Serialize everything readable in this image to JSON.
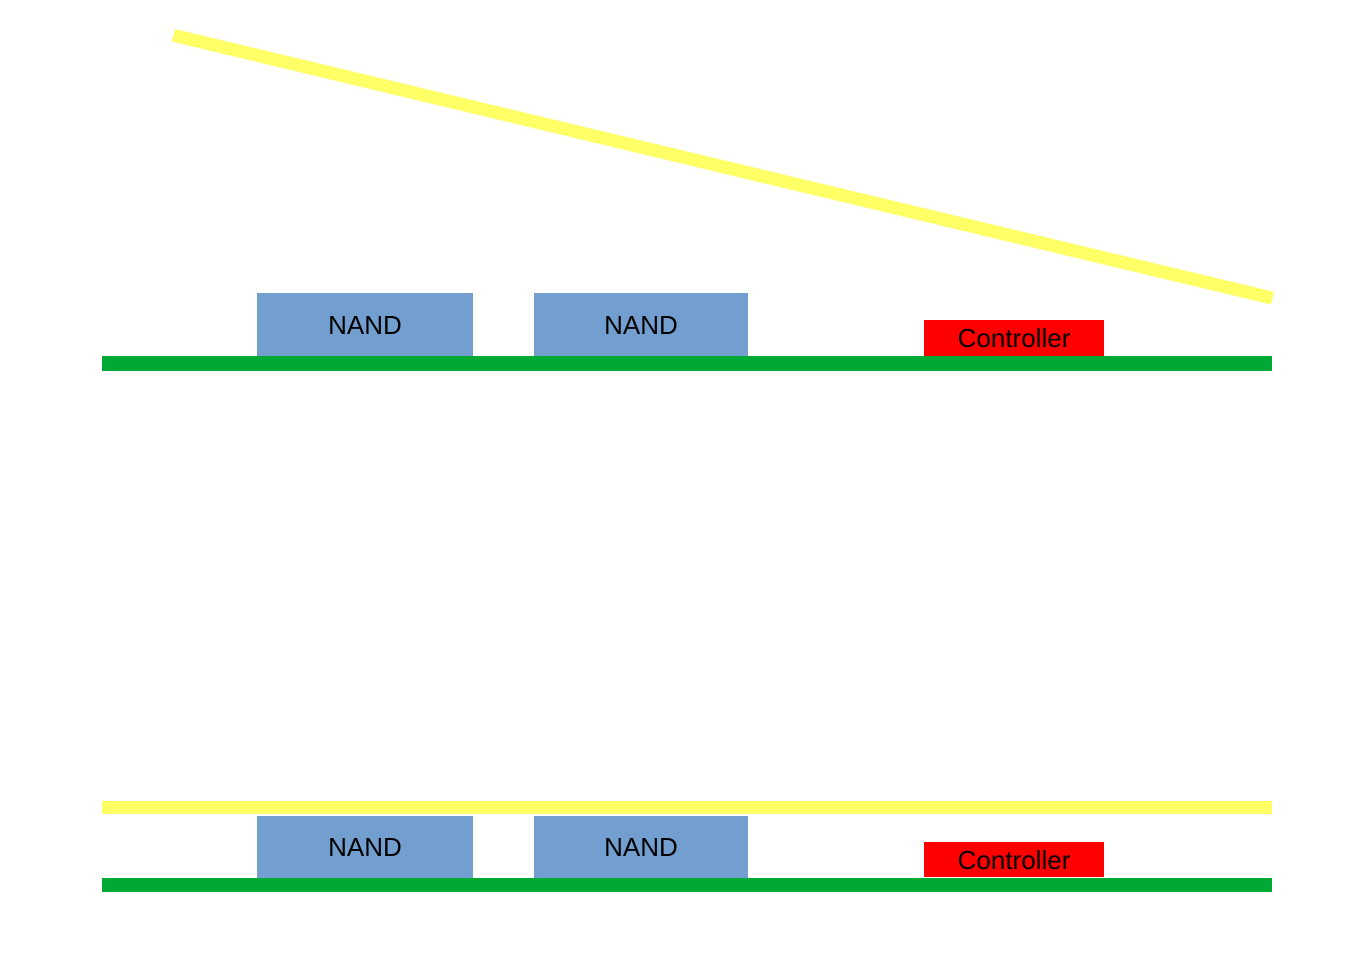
{
  "colors": {
    "nand_chip": "#729fcf",
    "controller_chip": "#ff0000",
    "pcb_board": "#00a933",
    "thermal_pad": "#ffff66",
    "label_text": "#000000",
    "background": "#ffffff"
  },
  "top_assembly": {
    "nand1_label": "NAND",
    "nand2_label": "NAND",
    "controller_label": "Controller"
  },
  "bottom_assembly": {
    "nand1_label": "NAND",
    "nand2_label": "NAND",
    "controller_label": "Controller"
  }
}
